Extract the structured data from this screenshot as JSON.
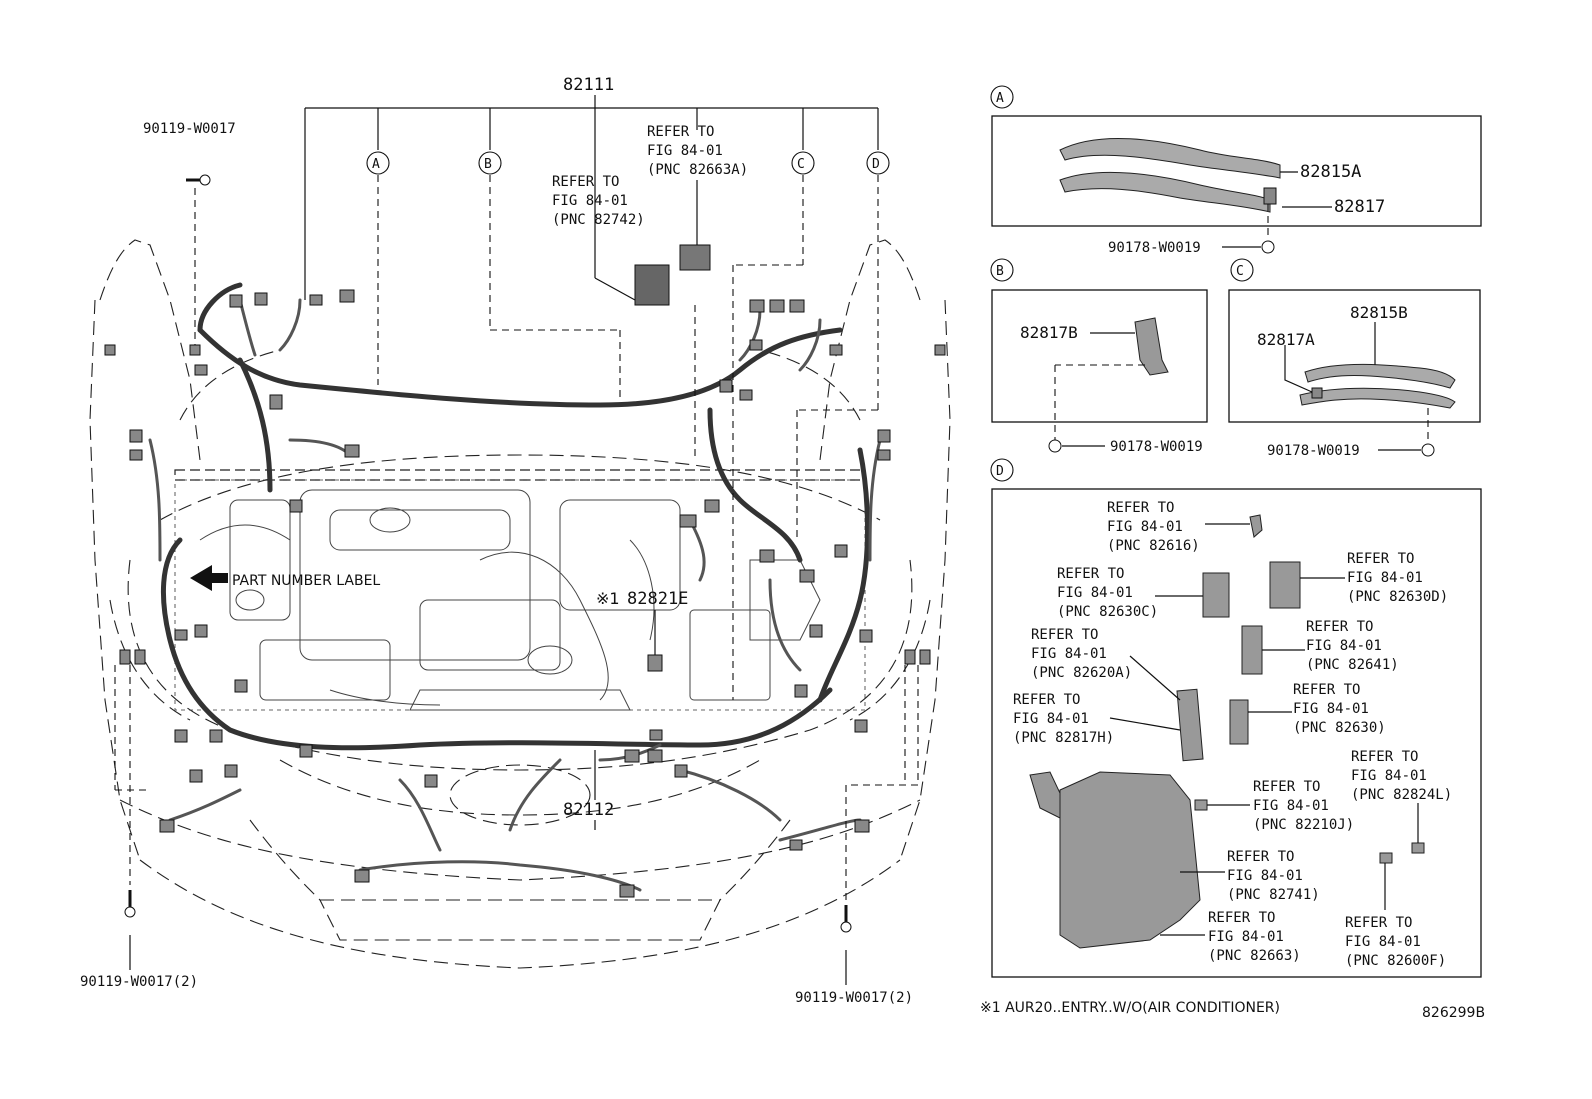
{
  "diagram": {
    "main_harness": "82111",
    "sub_harness": "82112",
    "bolt_top_left": "90119-W0017",
    "bolt_bottom_left": "90119-W0017(2)",
    "bolt_bottom_right": "90119-W0017(2)",
    "part_number_label": "PART NUMBER LABEL",
    "note_marker": "※1",
    "note_part": "82821E",
    "refer_top_left": [
      "REFER TO",
      "FIG 84-01",
      "(PNC 82742)"
    ],
    "refer_top_right": [
      "REFER TO",
      "FIG 84-01",
      "(PNC 82663A)"
    ],
    "callouts": [
      "A",
      "B",
      "C",
      "D"
    ],
    "footnote": "※1 AUR20..ENTRY..W/O(AIR CONDITIONER)",
    "figure_code": "826299B"
  },
  "detail_a": {
    "letter": "A",
    "part1": "82815A",
    "part2": "82817",
    "bolt": "90178-W0019"
  },
  "detail_b": {
    "letter": "B",
    "part": "82817B",
    "bolt": "90178-W0019"
  },
  "detail_c": {
    "letter": "C",
    "part1": "82815B",
    "part2": "82817A",
    "bolt": "90178-W0019"
  },
  "detail_d": {
    "letter": "D",
    "refers": [
      [
        "REFER TO",
        "FIG 84-01",
        "(PNC 82616)"
      ],
      [
        "REFER TO",
        "FIG 84-01",
        "(PNC 82630C)"
      ],
      [
        "REFER TO",
        "FIG 84-01",
        "(PNC 82630D)"
      ],
      [
        "REFER TO",
        "FIG 84-01",
        "(PNC 82620A)"
      ],
      [
        "REFER TO",
        "FIG 84-01",
        "(PNC 82641)"
      ],
      [
        "REFER TO",
        "FIG 84-01",
        "(PNC 82817H)"
      ],
      [
        "REFER TO",
        "FIG 84-01",
        "(PNC 82630)"
      ],
      [
        "REFER TO",
        "FIG 84-01",
        "(PNC 82824L)"
      ],
      [
        "REFER TO",
        "FIG 84-01",
        "(PNC 82210J)"
      ],
      [
        "REFER TO",
        "FIG 84-01",
        "(PNC 82741)"
      ],
      [
        "REFER TO",
        "FIG 84-01",
        "(PNC 82663)"
      ],
      [
        "REFER TO",
        "FIG 84-01",
        "(PNC 82600F)"
      ]
    ]
  }
}
